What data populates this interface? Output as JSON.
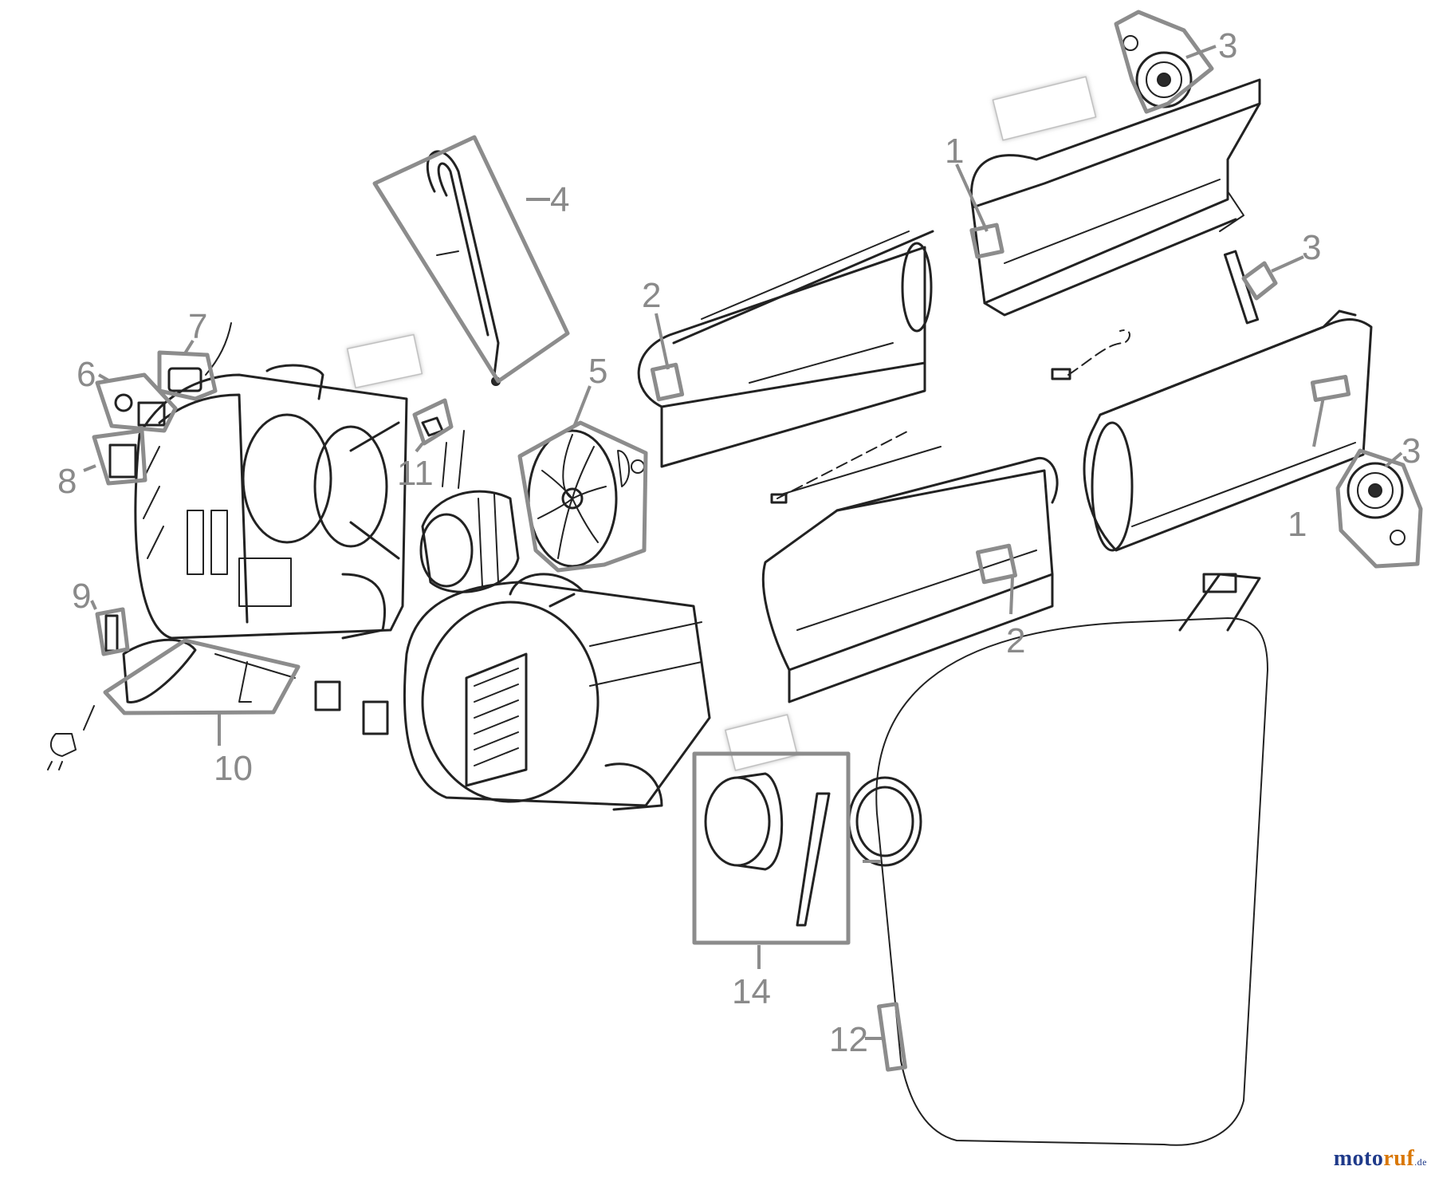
{
  "diagram": {
    "callouts": {
      "c1a": "1",
      "c1b": "1",
      "c2a": "2",
      "c2b": "2",
      "c3a": "3",
      "c3b": "3",
      "c3c": "3",
      "c4": "4",
      "c5": "5",
      "c6": "6",
      "c7": "7",
      "c8": "8",
      "c9": "9",
      "c10": "10",
      "c11": "11",
      "c12": "12",
      "c14": "14"
    }
  },
  "watermark": {
    "part_a": "moto",
    "part_b": "ruf",
    "part_c": ".de"
  },
  "colors": {
    "line": "#222222",
    "callout": "#8a8a8a",
    "group_box": "#8c8c8c",
    "watermark_blue": "#1f3a8a",
    "watermark_orange": "#d97706"
  }
}
